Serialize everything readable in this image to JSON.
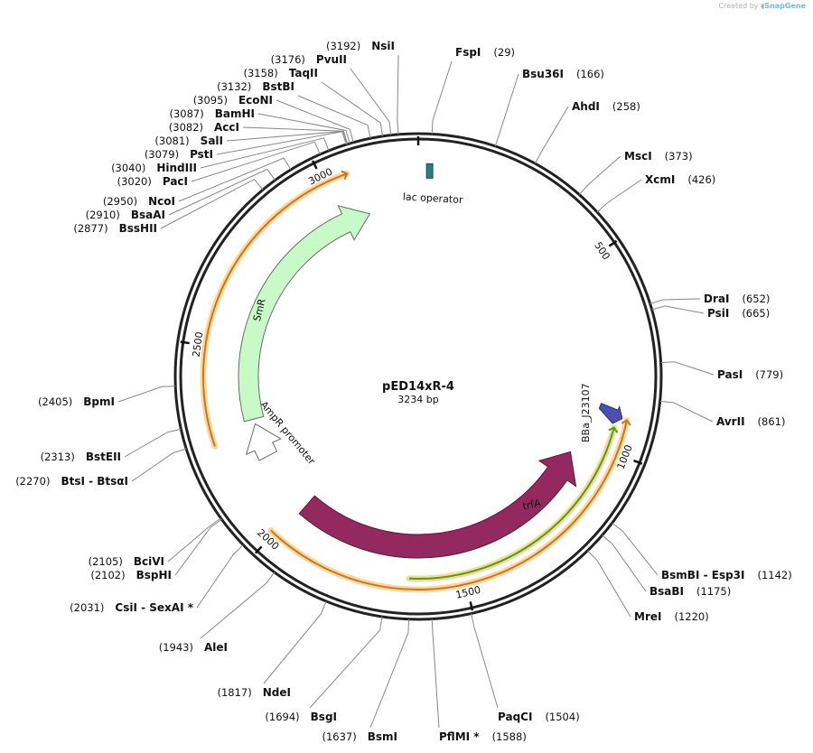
{
  "app": {
    "credit_prefix": "Created by",
    "credit_brand": "SnapGene"
  },
  "plasmid": {
    "name": "pED14xR-4",
    "length_label": "3234 bp",
    "length": 3234
  },
  "ticks": [
    {
      "pos": 500,
      "label": "500"
    },
    {
      "pos": 1000,
      "label": "1000"
    },
    {
      "pos": 1500,
      "label": "1500"
    },
    {
      "pos": 2000,
      "label": "2000"
    },
    {
      "pos": 2500,
      "label": "2500"
    },
    {
      "pos": 3000,
      "label": "3000"
    }
  ],
  "features": [
    {
      "id": "lac-operator",
      "label": "lac operator",
      "type": "box",
      "start": 17,
      "end": 40,
      "color": "#2a7d86"
    },
    {
      "id": "bba-j23107",
      "label": "BBa_J23107",
      "type": "arrow",
      "start": 900,
      "end": 935,
      "color": "#4a4fb0",
      "direction": "cw"
    },
    {
      "id": "trfa",
      "label": "trfA",
      "type": "arrow",
      "start": 1045,
      "end": 1985,
      "color": "#93295e",
      "direction": "ccw"
    },
    {
      "id": "ampr-promoter",
      "label": "AmpR promoter",
      "type": "arrow",
      "start": 2175,
      "end": 2280,
      "color": "#ffffff",
      "direction": "cw"
    },
    {
      "id": "smr",
      "label": "SmR",
      "type": "arrow",
      "start": 2295,
      "end": 3085,
      "color": "#c8fac8",
      "direction": "cw"
    }
  ],
  "primers": [
    {
      "id": "primer-green",
      "start": 940,
      "end": 1640,
      "color": "#4aa10a",
      "direction": "ccw"
    },
    {
      "id": "primer-orange-right",
      "start": 915,
      "end": 2010,
      "color": "#c8781a",
      "direction": "ccw"
    },
    {
      "id": "primer-orange-left",
      "start": 2255,
      "end": 3060,
      "color": "#c8781a",
      "direction": "cw"
    }
  ],
  "sites": [
    {
      "name": "FspI",
      "pos": "(29)",
      "cut": 29
    },
    {
      "name": "Bsu36I",
      "pos": "(166)",
      "cut": 166
    },
    {
      "name": "AhdI",
      "pos": "(258)",
      "cut": 258
    },
    {
      "name": "MscI",
      "pos": "(373)",
      "cut": 373
    },
    {
      "name": "XcmI",
      "pos": "(426)",
      "cut": 426
    },
    {
      "name": "DraI",
      "pos": "(652)",
      "cut": 652
    },
    {
      "name": "PsiI",
      "pos": "(665)",
      "cut": 665
    },
    {
      "name": "PasI",
      "pos": "(779)",
      "cut": 779
    },
    {
      "name": "AvrII",
      "pos": "(861)",
      "cut": 861
    },
    {
      "name": "BsmBI  - Esp3I",
      "pos": "(1142)",
      "cut": 1142
    },
    {
      "name": "BsaBI",
      "pos": "(1175)",
      "cut": 1175
    },
    {
      "name": "MreI",
      "pos": "(1220)",
      "cut": 1220
    },
    {
      "name": "PaqCI",
      "pos": "(1504)",
      "cut": 1504
    },
    {
      "name": "PflMI *",
      "pos": "(1588)",
      "cut": 1588
    },
    {
      "name": "BsmI",
      "pos": "(1637)",
      "cut": 1637
    },
    {
      "name": "BsgI",
      "pos": "(1694)",
      "cut": 1694
    },
    {
      "name": "NdeI",
      "pos": "(1817)",
      "cut": 1817
    },
    {
      "name": "AleI",
      "pos": "(1943)",
      "cut": 1943
    },
    {
      "name": "CsiI  - SexAI *",
      "pos": "(2031)",
      "cut": 2031
    },
    {
      "name": "BspHI",
      "pos": "(2102)",
      "cut": 2102
    },
    {
      "name": "BciVI",
      "pos": "(2105)",
      "cut": 2105
    },
    {
      "name": "BtsI  - BtsαI",
      "pos": "(2270)",
      "cut": 2270
    },
    {
      "name": "BstEII",
      "pos": "(2313)",
      "cut": 2313
    },
    {
      "name": "BpmI",
      "pos": "(2405)",
      "cut": 2405
    },
    {
      "name": "BssHII",
      "pos": "(2877)",
      "cut": 2877
    },
    {
      "name": "BsaAI",
      "pos": "(2910)",
      "cut": 2910
    },
    {
      "name": "NcoI",
      "pos": "(2950)",
      "cut": 2950
    },
    {
      "name": "PacI",
      "pos": "(3020)",
      "cut": 3020
    },
    {
      "name": "HindIII",
      "pos": "(3040)",
      "cut": 3040
    },
    {
      "name": "PstI",
      "pos": "(3079)",
      "cut": 3079
    },
    {
      "name": "SalI",
      "pos": "(3081)",
      "cut": 3081
    },
    {
      "name": "AccI",
      "pos": "(3082)",
      "cut": 3082
    },
    {
      "name": "BamHI",
      "pos": "(3087)",
      "cut": 3087
    },
    {
      "name": "EcoNI",
      "pos": "(3095)",
      "cut": 3095
    },
    {
      "name": "BstBI",
      "pos": "(3132)",
      "cut": 3132
    },
    {
      "name": "TaqII",
      "pos": "(3158)",
      "cut": 3158
    },
    {
      "name": "PvuII",
      "pos": "(3176)",
      "cut": 3176
    },
    {
      "name": "NsiI",
      "pos": "(3192)",
      "cut": 3192
    }
  ]
}
